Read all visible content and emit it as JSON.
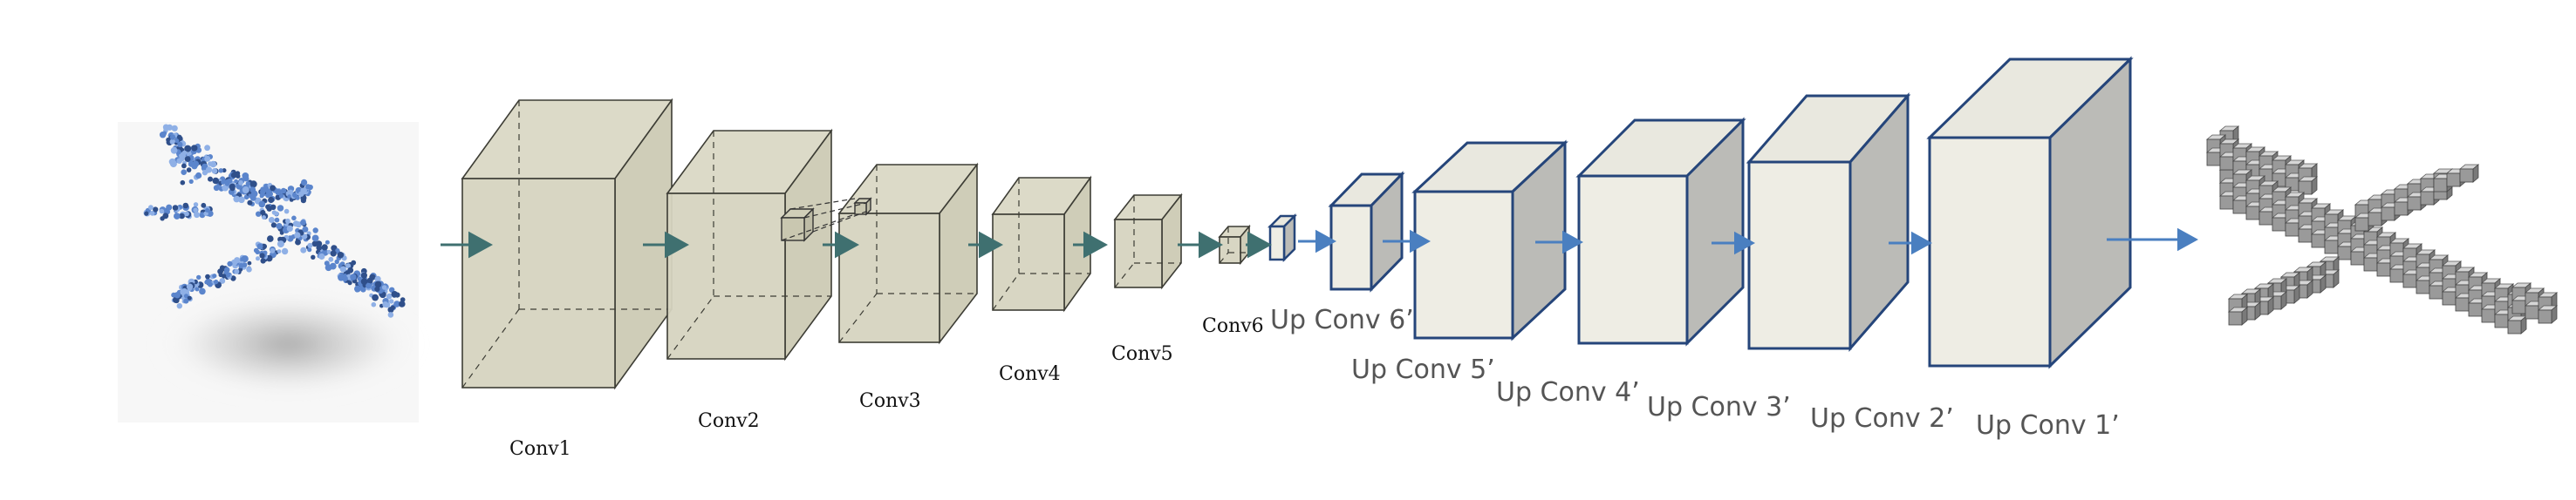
{
  "colors": {
    "encoder_fill": "#d6d4c0",
    "encoder_stroke": "#3d3d35",
    "decoder_front": "#eeede4",
    "decoder_top": "#e9e8df",
    "decoder_side": "#bbbbb7",
    "decoder_stroke": "#25457a",
    "encoder_arrow": "#3f7070",
    "decoder_arrow": "#4a7fc0",
    "pointcloud_blue": "#5b85cc",
    "voxel_grey": "#9a9a9a"
  },
  "encoder": {
    "layers": [
      {
        "label": "Conv1"
      },
      {
        "label": "Conv2"
      },
      {
        "label": "Conv3"
      },
      {
        "label": "Conv4"
      },
      {
        "label": "Conv5"
      },
      {
        "label": "Conv6"
      }
    ]
  },
  "decoder": {
    "layers": [
      {
        "label": "Up Conv 6’"
      },
      {
        "label": "Up Conv 5’"
      },
      {
        "label": "Up Conv 4’"
      },
      {
        "label": "Up Conv 3’"
      },
      {
        "label": "Up Conv 2’"
      },
      {
        "label": "Up Conv 1’"
      }
    ]
  },
  "input": {
    "icon": "airplane-point-cloud"
  },
  "output": {
    "icon": "airplane-voxel-grid"
  }
}
